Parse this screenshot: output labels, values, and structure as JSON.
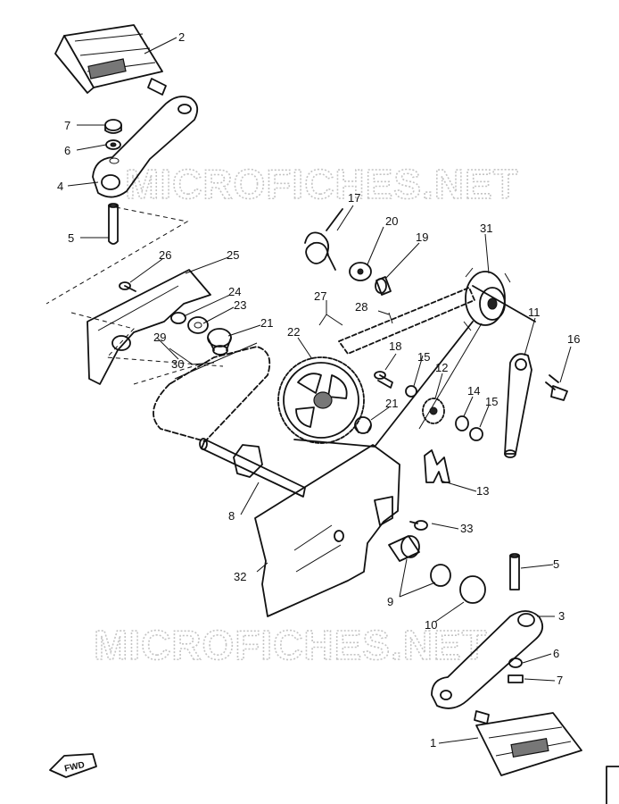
{
  "watermark": {
    "top": "MICROFICHES.NET",
    "bottom": "MICROFICHES.NET"
  },
  "direction_marker": "FWD",
  "callouts": {
    "c1": "1",
    "c2": "2",
    "c3": "3",
    "c4": "4",
    "c5a": "5",
    "c5b": "5",
    "c6a": "6",
    "c6b": "6",
    "c7a": "7",
    "c7b": "7",
    "c8": "8",
    "c9": "9",
    "c10": "10",
    "c11": "11",
    "c12": "12",
    "c13": "13",
    "c14": "14",
    "c15a": "15",
    "c15b": "15",
    "c16": "16",
    "c17": "17",
    "c18": "18",
    "c19": "19",
    "c20": "20",
    "c21a": "21",
    "c21b": "21",
    "c22": "22",
    "c23": "23",
    "c24": "24",
    "c25": "25",
    "c26": "26",
    "c27": "27",
    "c28": "28",
    "c29": "29",
    "c30": "30",
    "c31": "31",
    "c32": "32",
    "c33": "33"
  }
}
